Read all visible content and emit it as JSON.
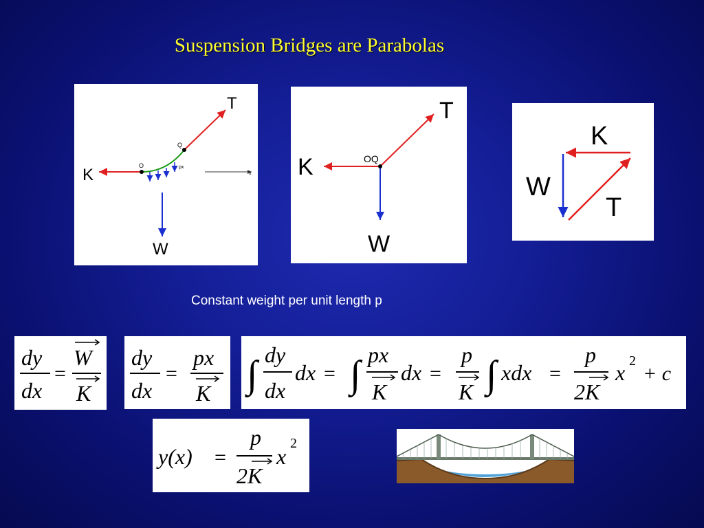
{
  "slide": {
    "title": "Suspension Bridges are Parabolas",
    "caption": "Constant weight per unit length p",
    "background": "#141e96",
    "title_color": "#ffff33"
  },
  "diagram1": {
    "label_T": "T",
    "label_K": "K",
    "label_W": "W",
    "label_O": "O",
    "label_Q": "Q",
    "label_px": "px",
    "label_x": "x"
  },
  "diagram2": {
    "label_T": "T",
    "label_K": "K",
    "label_W": "W",
    "label_OQ": "OQ"
  },
  "diagram3": {
    "label_K": "K",
    "label_W": "W",
    "label_T": "T"
  },
  "equations": {
    "eq1": {
      "num": "dy",
      "den": "dx",
      "eq": "=",
      "rnum": "W",
      "rden": "K"
    },
    "eq2": {
      "num": "dy",
      "den": "dx",
      "eq": "=",
      "rnum": "px",
      "rden": "K"
    },
    "eq3": {
      "int": "∫",
      "num1": "dy",
      "den1": "dx",
      "dx1": "dx",
      "eq1": "=",
      "num2": "px",
      "den2": "K",
      "dx2": "dx",
      "eq2": "=",
      "num3": "p",
      "den3": "K",
      "xdx": "xdx",
      "eq3": "=",
      "num4": "p",
      "den4": "2K",
      "x2": "x",
      "sup": "2",
      "plus_c": "+ c"
    },
    "eq4": {
      "lhs": "y(x)",
      "eq": "=",
      "num": "p",
      "den": "2K",
      "x": "x",
      "sup": "2"
    }
  },
  "colors": {
    "force_red": "#e02020",
    "force_blue": "#1a2fd0",
    "cable_green": "#1a9a1a"
  }
}
